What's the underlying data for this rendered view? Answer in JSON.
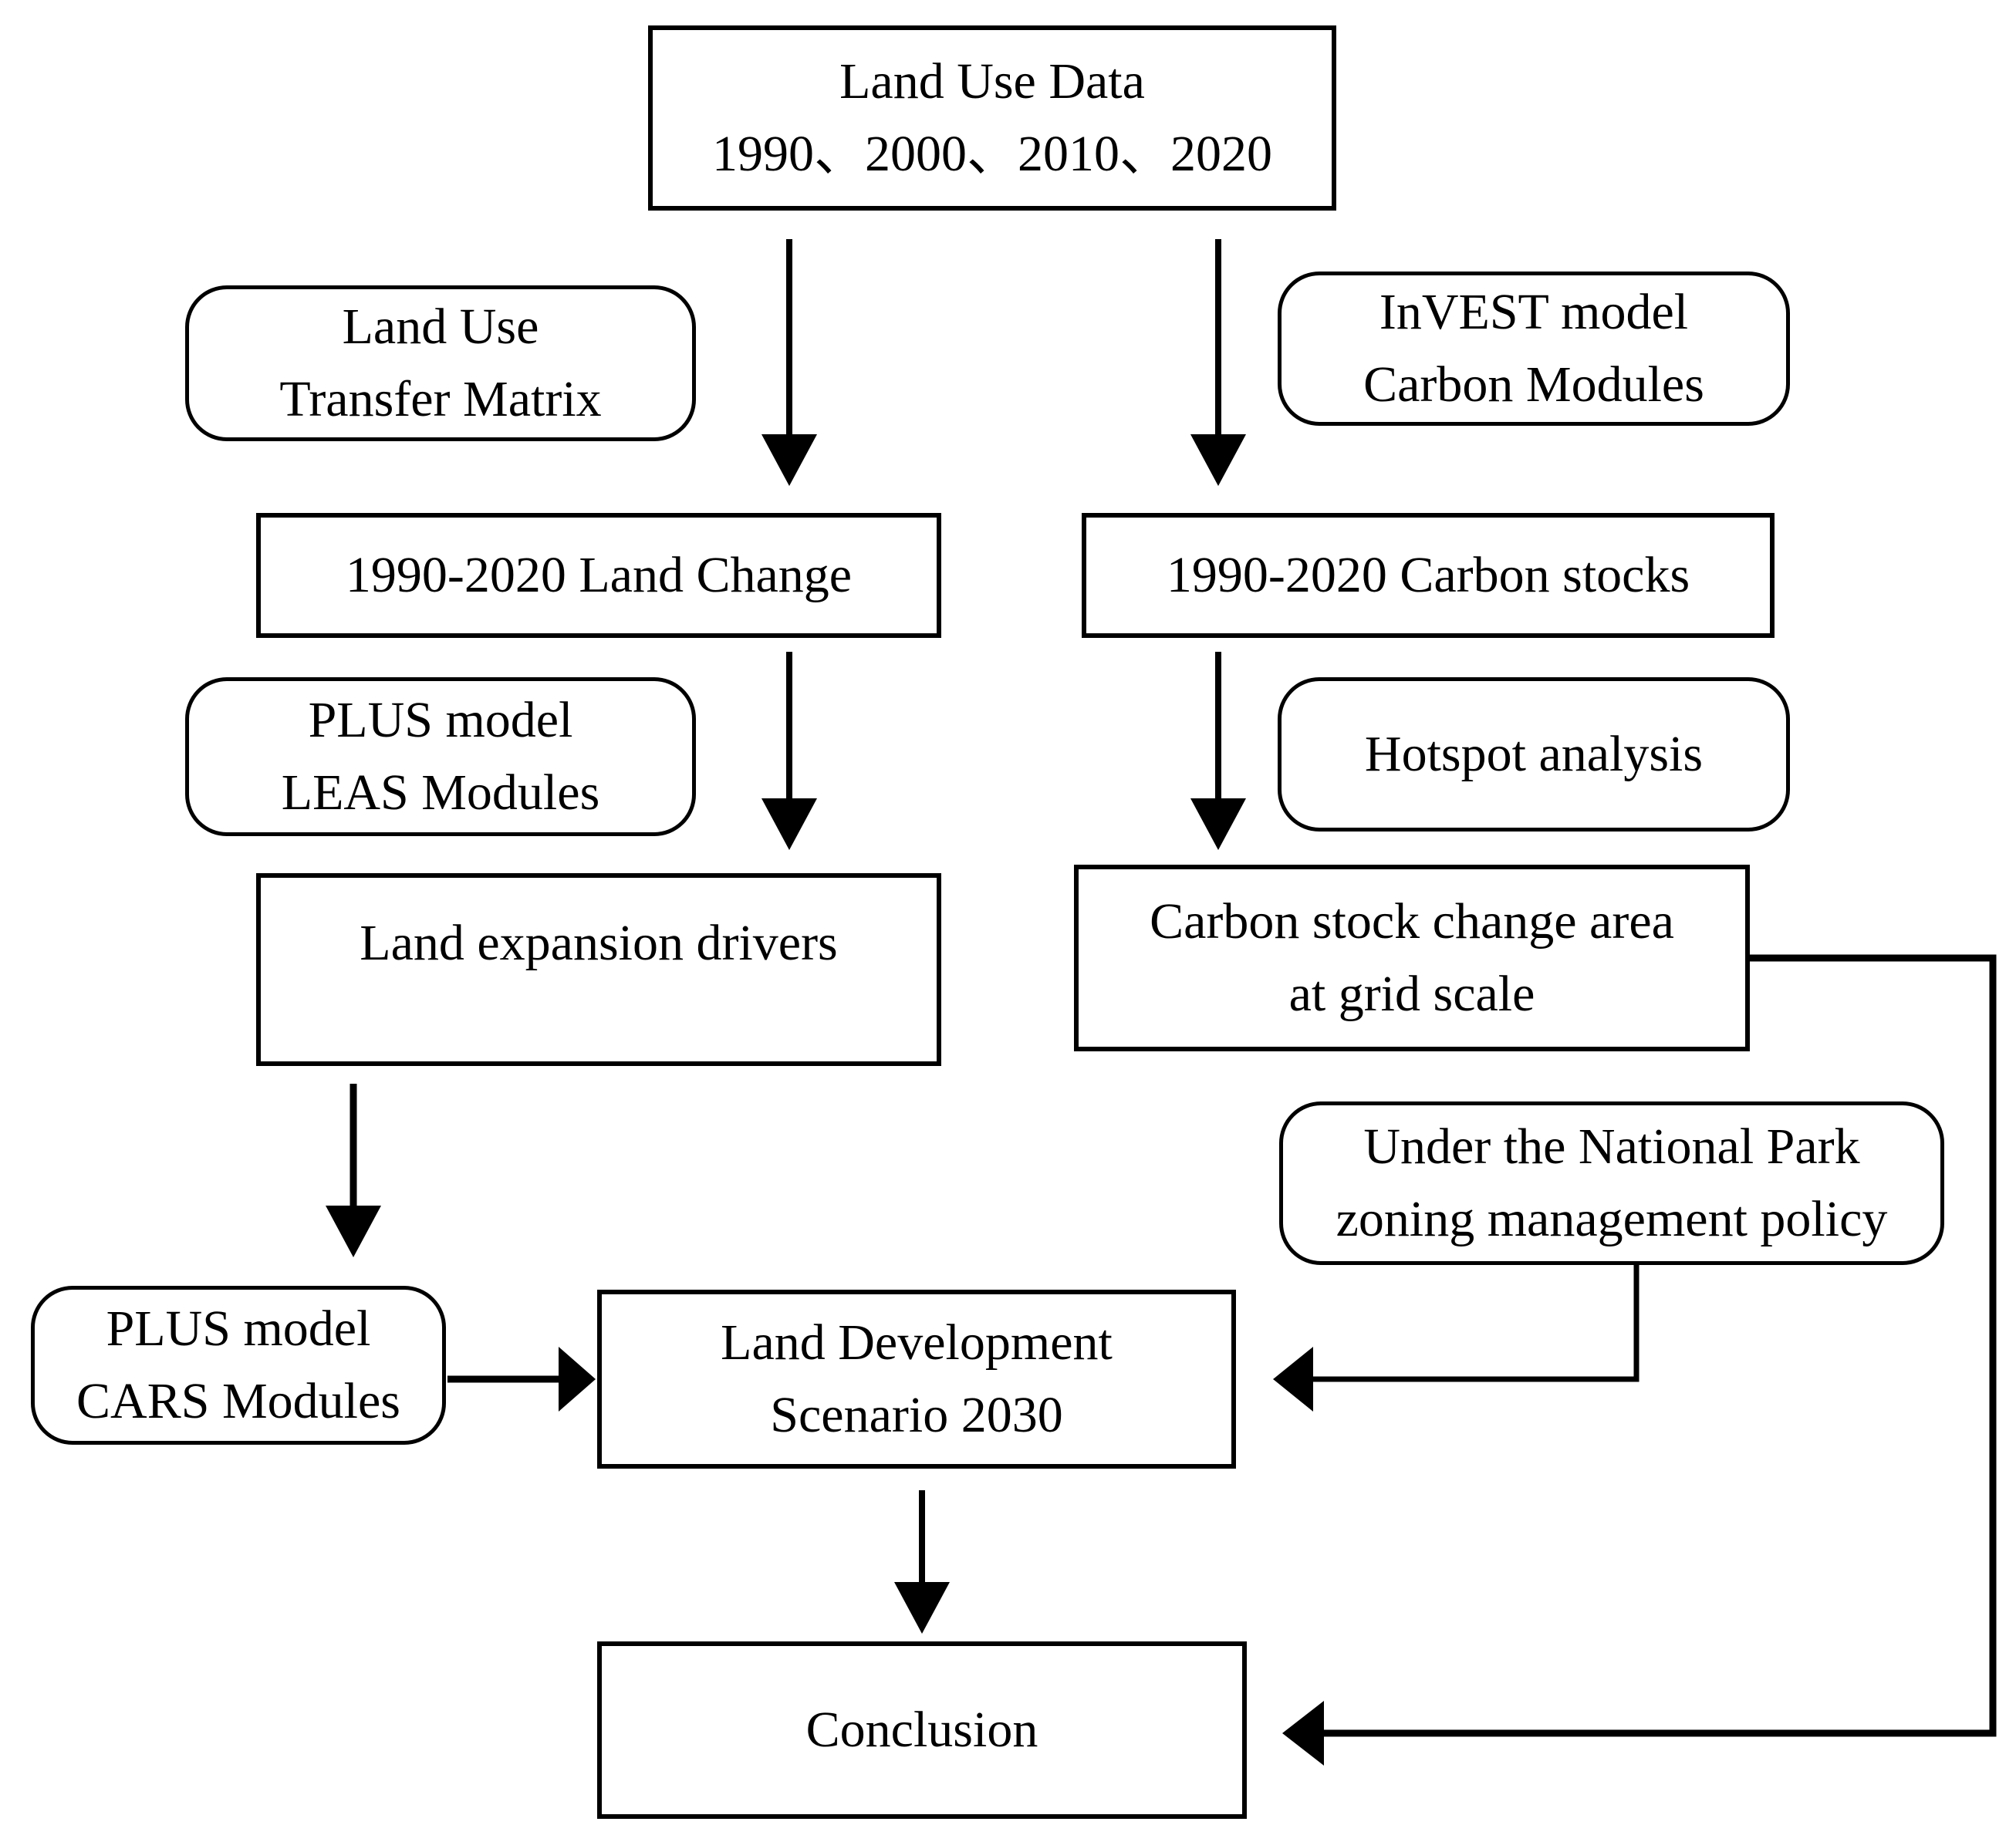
{
  "diagram": {
    "title": "Research framework flowchart",
    "background_color": "#ffffff",
    "line_color": "#000000",
    "text_color": "#000000"
  },
  "nodes": {
    "land_use_data": {
      "shape": "rect",
      "line1": "Land Use Data",
      "line2": "1990、2000、2010、2020"
    },
    "transfer_matrix": {
      "shape": "rounded",
      "line1": "Land Use",
      "line2": "Transfer Matrix"
    },
    "invest_model": {
      "shape": "rounded",
      "line1": "InVEST model",
      "line2": "Carbon Modules"
    },
    "land_change": {
      "shape": "rect",
      "line1": "1990-2020 Land Change"
    },
    "carbon_stocks": {
      "shape": "rect",
      "line1": "1990-2020 Carbon stocks"
    },
    "plus_leas": {
      "shape": "rounded",
      "line1": "PLUS model",
      "line2": "LEAS Modules"
    },
    "hotspot": {
      "shape": "rounded",
      "line1": "Hotspot analysis"
    },
    "land_expansion": {
      "shape": "rect",
      "line1": "Land expansion drivers"
    },
    "carbon_change_area": {
      "shape": "rect",
      "line1": "Carbon stock change area",
      "line2": "at grid scale"
    },
    "policy": {
      "shape": "rounded",
      "line1": "Under the National Park",
      "line2": "zoning management policy"
    },
    "plus_cars": {
      "shape": "rounded",
      "line1": "PLUS model",
      "line2": "CARS Modules"
    },
    "land_dev": {
      "shape": "rect",
      "line1": "Land Development",
      "line2": "Scenario 2030"
    },
    "conclusion": {
      "shape": "rect",
      "line1": "Conclusion"
    }
  },
  "edges": [
    {
      "from": "land_use_data",
      "to": "land_change"
    },
    {
      "from": "land_use_data",
      "to": "carbon_stocks"
    },
    {
      "from": "land_change",
      "to": "land_expansion"
    },
    {
      "from": "carbon_stocks",
      "to": "carbon_change_area"
    },
    {
      "from": "land_expansion",
      "to": "plus_cars"
    },
    {
      "from": "plus_cars",
      "to": "land_dev"
    },
    {
      "from": "policy",
      "to": "land_dev"
    },
    {
      "from": "land_dev",
      "to": "conclusion"
    },
    {
      "from": "carbon_change_area",
      "to": "conclusion"
    }
  ]
}
